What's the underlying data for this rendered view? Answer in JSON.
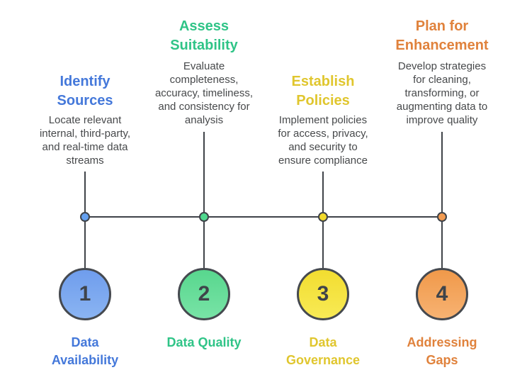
{
  "diagram": {
    "type": "horizontal-timeline",
    "background": "#ffffff",
    "line_color": "#3f4349",
    "body_text_color": "#47494b",
    "number_text_color": "#3f444a"
  },
  "steps": [
    {
      "number": "1",
      "title": "Identify\nSources",
      "description": "Locate relevant\ninternal, third-party,\nand real-time data\nstreams",
      "label": "Data\nAvailability",
      "colors": {
        "accent": "#4478da",
        "dot": "#64a0f0",
        "fill_top": "#6f9ded",
        "fill_bottom": "#8ab4f2"
      }
    },
    {
      "number": "2",
      "title": "Assess\nSuitability",
      "description": "Evaluate\ncompleteness,\naccuracy, timeliness,\nand consistency for\nanalysis",
      "label": "Data Quality",
      "colors": {
        "accent": "#2fc487",
        "dot": "#4fd88e",
        "fill_top": "#58d78e",
        "fill_bottom": "#78e3a6"
      }
    },
    {
      "number": "3",
      "title": "Establish\nPolicies",
      "description": "Implement policies\nfor access, privacy,\nand security to\nensure compliance",
      "label": "Data\nGovernance",
      "colors": {
        "accent": "#e0c62e",
        "dot": "#f2da2b",
        "fill_top": "#f2dd30",
        "fill_bottom": "#f8ea55"
      }
    },
    {
      "number": "4",
      "title": "Plan for\nEnhancement",
      "description": "Develop strategies\nfor cleaning,\ntransforming, or\naugmenting data to\nimprove quality",
      "label": "Addressing\nGaps",
      "colors": {
        "accent": "#e0823c",
        "dot": "#f29b51",
        "fill_top": "#f0994a",
        "fill_bottom": "#f7b272"
      }
    }
  ]
}
